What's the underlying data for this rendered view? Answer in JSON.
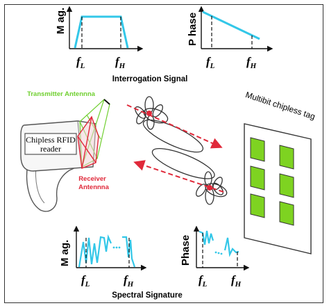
{
  "top_plots": {
    "mag": {
      "ylabel": "M ag.",
      "x1": "f",
      "x1_sub": "L",
      "x2": "f",
      "x2_sub": "H"
    },
    "phase": {
      "ylabel": "P hase",
      "x1": "f",
      "x1_sub": "L",
      "x2": "f",
      "x2_sub": "H"
    },
    "caption": "Interrogation Signal"
  },
  "reader": {
    "label_line1": "Chipless RFID",
    "label_line2": "reader",
    "tx_antenna": "Transmitter Antennna",
    "rx_antenna_line1": "Receiver",
    "rx_antenna_line2": "Antennna"
  },
  "tag": {
    "label": "Multibit chipless tag",
    "patch_count": 6
  },
  "bottom_plots": {
    "mag": {
      "ylabel": "M ag.",
      "x1": "f",
      "x1_sub": "L",
      "x2": "f",
      "x2_sub": "H"
    },
    "phase": {
      "ylabel": "Phase",
      "x1": "f",
      "x1_sub": "L",
      "x2": "f",
      "x2_sub": "H"
    },
    "caption": "Spectral Signature"
  },
  "colors": {
    "signal": "#33c7e8",
    "tx_green": "#6fcf2f",
    "rx_red": "#e0293a",
    "patch": "#7ed321",
    "arrow": "#e0293a"
  }
}
